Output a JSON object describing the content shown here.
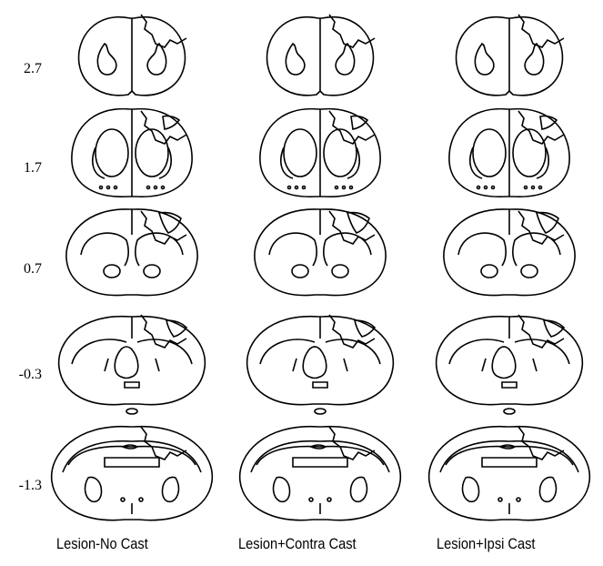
{
  "row_labels": [
    "2.7",
    "1.7",
    "0.7",
    "-0.3",
    "-1.3"
  ],
  "column_labels": [
    "Lesion-No Cast",
    "Lesion+Contra Cast",
    "Lesion+Ipsi Cast"
  ],
  "section_shapes": [
    "olfactory",
    "striatum-front",
    "striatum-mid",
    "thalamus",
    "hippocampus"
  ],
  "lesion_color": "#000000",
  "background_color": "#ffffff"
}
